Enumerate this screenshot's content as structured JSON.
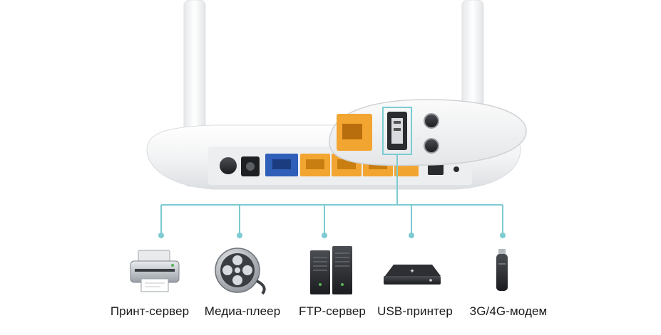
{
  "colors": {
    "connector_line": "#7ccbd3",
    "lan_port": "#f2a531",
    "wan_port": "#2f5fb8",
    "router_body": "#f4f5f6",
    "antenna": "#f7f7f7"
  },
  "devices": [
    {
      "label": "Принт-сервер",
      "icon": "printer-icon"
    },
    {
      "label": "Медиа-плеер",
      "icon": "film-reel-icon"
    },
    {
      "label": "FTP-сервер",
      "icon": "server-tower-icon"
    },
    {
      "label": "USB-принтер",
      "icon": "set-top-box-icon"
    },
    {
      "label": "3G/4G-модем",
      "icon": "usb-modem-icon"
    }
  ]
}
